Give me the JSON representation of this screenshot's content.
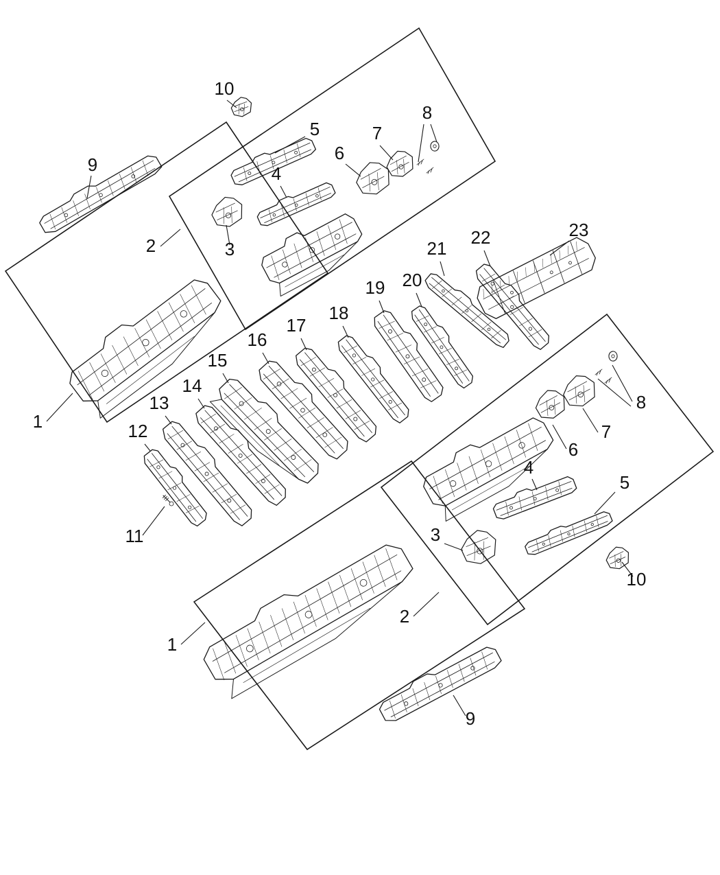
{
  "diagram": {
    "kind": "exploded-parts-line-drawing",
    "background_color": "#ffffff",
    "line_color": "#1a1a1a"
  },
  "callouts": [
    {
      "id": "9-upper-left",
      "label": "9"
    },
    {
      "id": "10-upper",
      "label": "10"
    },
    {
      "id": "5-upper",
      "label": "5"
    },
    {
      "id": "7-upper",
      "label": "7"
    },
    {
      "id": "8-upper",
      "label": "8"
    },
    {
      "id": "6-upper",
      "label": "6"
    },
    {
      "id": "4-upper",
      "label": "4"
    },
    {
      "id": "2-upper",
      "label": "2"
    },
    {
      "id": "3-upper",
      "label": "3"
    },
    {
      "id": "23",
      "label": "23"
    },
    {
      "id": "22",
      "label": "22"
    },
    {
      "id": "21",
      "label": "21"
    },
    {
      "id": "20",
      "label": "20"
    },
    {
      "id": "19",
      "label": "19"
    },
    {
      "id": "18",
      "label": "18"
    },
    {
      "id": "17",
      "label": "17"
    },
    {
      "id": "16",
      "label": "16"
    },
    {
      "id": "15",
      "label": "15"
    },
    {
      "id": "14",
      "label": "14"
    },
    {
      "id": "13",
      "label": "13"
    },
    {
      "id": "12",
      "label": "12"
    },
    {
      "id": "1-left",
      "label": "1"
    },
    {
      "id": "11",
      "label": "11"
    },
    {
      "id": "8-right",
      "label": "8"
    },
    {
      "id": "7-right",
      "label": "7"
    },
    {
      "id": "6-right",
      "label": "6"
    },
    {
      "id": "4-right",
      "label": "4"
    },
    {
      "id": "5-right",
      "label": "5"
    },
    {
      "id": "3-right",
      "label": "3"
    },
    {
      "id": "2-right",
      "label": "2"
    },
    {
      "id": "10-right",
      "label": "10"
    },
    {
      "id": "1-lower",
      "label": "1"
    },
    {
      "id": "9-lower",
      "label": "9"
    }
  ]
}
